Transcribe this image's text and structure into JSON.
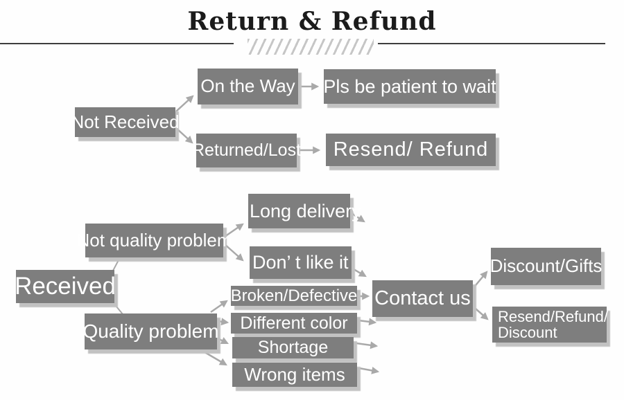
{
  "title": "Return & Refund",
  "colors": {
    "node_fill": "#7e7e7e",
    "node_text": "#ffffff",
    "arrow": "#a9a9a9",
    "title_text": "#1b1b1b",
    "rule": "#3d3d3d",
    "hatch": "#c6c6c6",
    "background": "#fefefe"
  },
  "flowchart": {
    "top": {
      "not_received": "Not Received",
      "on_the_way": "On the Way",
      "pls_be_patient": "Pls be patient to wait",
      "returned_lost": "Returned/Lost",
      "resend_refund": "Resend/ Refund"
    },
    "bottom": {
      "received": "Received",
      "not_quality_problem": "Not quality problem",
      "long_delivery": "Long delivery",
      "dont_like_it": "Don’ t like it",
      "quality_problem": "Quality problem",
      "broken_defective": "Broken/Defective",
      "different_color": "Different color",
      "shortage": "Shortage",
      "wrong_items": "Wrong items",
      "contact_us": "Contact us",
      "discount_gifts": "Discount/Gifts",
      "resend_refund_discount": {
        "line1": "Resend/Refund/",
        "line2": "Discount"
      }
    }
  }
}
